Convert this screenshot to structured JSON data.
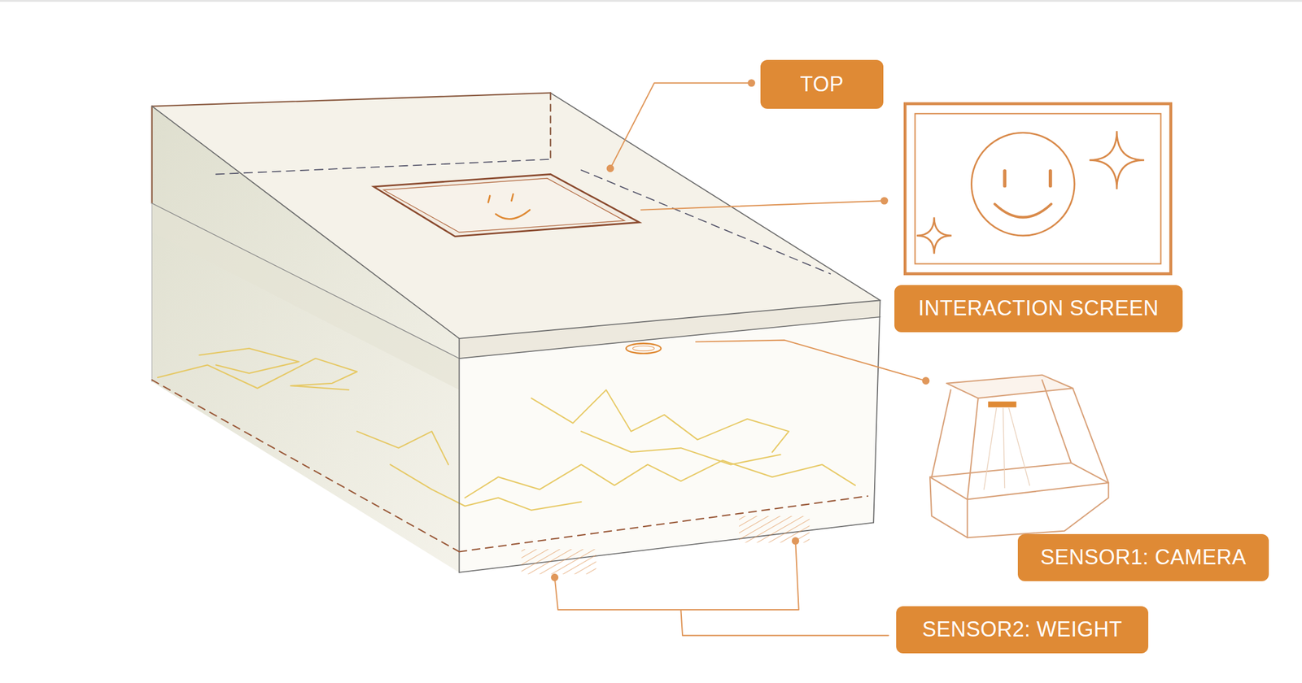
{
  "diagram": {
    "nodes": [
      {
        "text": [
          "TOP"
        ]
      },
      {
        "text": [
          "INTERACTION SCREEN"
        ]
      },
      {
        "text": [
          "SENSOR1: CAMERA"
        ]
      },
      {
        "text": [
          "SENSOR2: WEIGHT"
        ]
      }
    ]
  }
}
